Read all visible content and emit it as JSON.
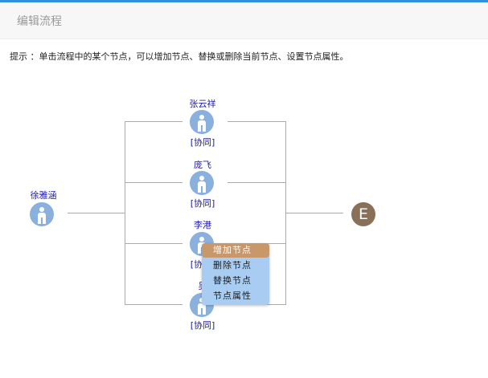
{
  "header": {
    "title": "编辑流程"
  },
  "hint": "提示 ：单击流程中的某个节点，可以增加节点、替换或删除当前节点、设置节点属性。",
  "start_node": {
    "name": "徐雅涵"
  },
  "branches": [
    {
      "name": "张云祥",
      "role": "[协同]"
    },
    {
      "name": "庞飞",
      "role": "[协同]"
    },
    {
      "name": "李港",
      "role": "[协同]"
    },
    {
      "name": "吴",
      "role": "[协同]"
    }
  ],
  "end_node": {
    "label": "E"
  },
  "context_menu": {
    "items": [
      "增加节点",
      "删除节点",
      "替换节点",
      "节点属性"
    ],
    "active_index": 0,
    "colors": {
      "background": "#a9cdf2",
      "active": "#c8976a"
    }
  }
}
